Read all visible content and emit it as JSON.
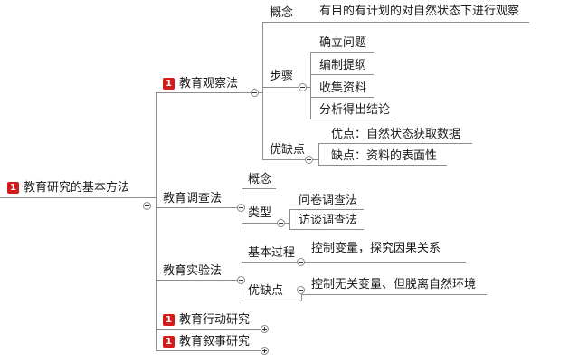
{
  "root": {
    "badge": "1",
    "label": "教育研究的基本方法"
  },
  "methods": {
    "observation": {
      "badge": "1",
      "label": "教育观察法",
      "concept": {
        "label": "概念",
        "value": "有目的有计划的对自然状态下进行观察"
      },
      "steps": {
        "label": "步骤",
        "items": [
          "确立问题",
          "编制提纲",
          "收集资料",
          "分析得出结论"
        ]
      },
      "pros_cons": {
        "label": "优缺点",
        "pros": "优点：自然状态获取数据",
        "cons": "缺点：资料的表面性"
      }
    },
    "survey": {
      "label": "教育调查法",
      "concept": "概念",
      "types": {
        "label": "类型",
        "items": [
          "问卷调查法",
          "访谈调查法"
        ]
      }
    },
    "experiment": {
      "label": "教育实验法",
      "process": {
        "label": "基本过程",
        "value": "控制变量，探究因果关系"
      },
      "pros_cons": {
        "label": "优缺点",
        "value": "控制无关变量、但脱离自然环境"
      }
    },
    "action": {
      "badge": "1",
      "label": "教育行动研究"
    },
    "narrative": {
      "badge": "1",
      "label": "教育叙事研究"
    }
  }
}
